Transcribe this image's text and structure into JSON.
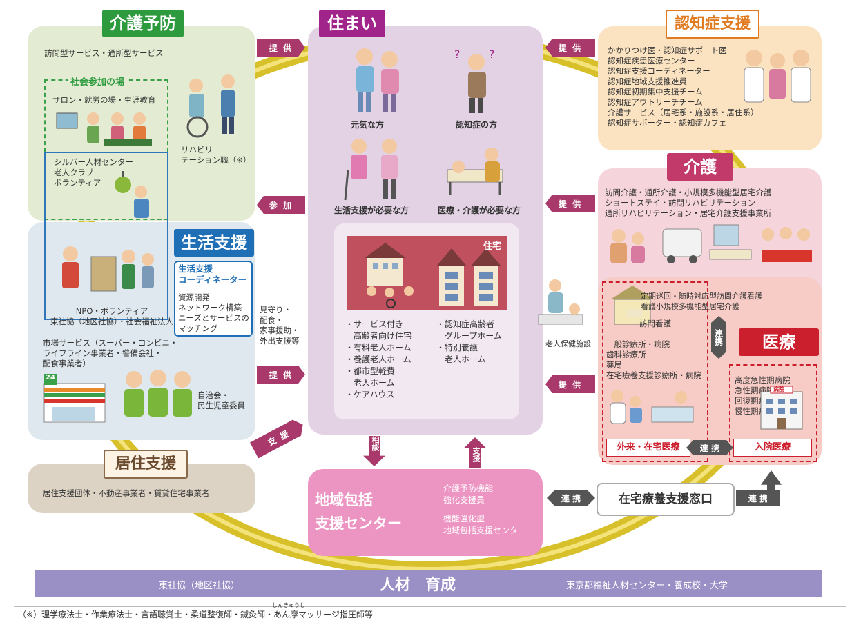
{
  "kaigo_yobo": {
    "title": "介護予防",
    "services": "訪問型サービス・通所型サービス",
    "shakai_title": "社会参加の場",
    "shakai_items": "サロン・就労の場・生涯教育",
    "silver": [
      "シルバー人材センター",
      "老人クラブ",
      "ボランティア"
    ],
    "rehab": [
      "リハビリ",
      "テーション職（※）"
    ]
  },
  "seikatsu": {
    "title": "生活支援",
    "coord_title": [
      "生活支援",
      "コーディネーター"
    ],
    "coord_items": [
      "資源開発",
      "ネットワーク構築",
      "ニーズとサービスの",
      "マッチング"
    ],
    "npo": [
      "NPO・ボランティア",
      "東社協（地区社協）・社会福祉法人"
    ],
    "market": [
      "市場サービス（スーパー・コンビニ・",
      "ライフライン事業者・警備会社・",
      "配食事業者）"
    ],
    "jichikai": [
      "自治会・",
      "民生児童委員"
    ],
    "store_number": "24",
    "mimamori": [
      "見守り・",
      "配食・",
      "家事援助・",
      "外出支援等"
    ]
  },
  "kyoju": {
    "title": "居住支援",
    "items": "居住支援団体・不動産事業者・賃貸住宅事業者"
  },
  "sumai": {
    "title": "住まい",
    "people": [
      "元気な方",
      "認知症の方",
      "生活支援が必要な方",
      "医療・介護が必要な方"
    ],
    "jutaku_label": "住宅",
    "col1": [
      "・サービス付き",
      "　高齢者向け住宅",
      "・有料老人ホーム",
      "・養護老人ホーム",
      "・都市型軽費",
      "　老人ホーム",
      "・ケアハウス"
    ],
    "col2": [
      "・認知症高齢者",
      "　グループホーム",
      "・特別養護",
      "　老人ホーム"
    ]
  },
  "ninchisho": {
    "title": "認知症支援",
    "items": [
      "かかりつけ医・認知症サポート医",
      "認知症疾患医療センター",
      "認知症支援コーディネーター",
      "認知症地域支援推進員",
      "認知症初期集中支援チーム",
      "認知症アウトリーチチーム",
      "介護サービス（居宅系・施設系・居住系）",
      "認知症サポーター・認知症カフェ"
    ]
  },
  "kaigo": {
    "title": "介護",
    "items": [
      "訪問介護・通所介護・小規模多機能型居宅介護",
      "ショートステイ・訪問リハビリテーション",
      "通所リハビリテーション・居宅介護支援事業所"
    ],
    "teiki": [
      "定期巡回・随時対応型訪問介護看護",
      "看護小規模多機能型居宅介護"
    ],
    "roujin": "老人保健施設"
  },
  "iryo": {
    "title": "医療",
    "houmon": "訪問看護",
    "gairai_items": [
      "一般診療所・病院",
      "歯科診療所",
      "薬局",
      "在宅療養支援診療所・病院"
    ],
    "hospital_items": [
      "高度急性期病院",
      "急性期病院",
      "回復期病院",
      "慢性期病院"
    ],
    "gairai_label": "外来・在宅医療",
    "nyuin_label": "入院医療",
    "hospital_sign": "病院"
  },
  "houkatsu": {
    "title": [
      "地域包括",
      "支援センター"
    ],
    "items": [
      "介護予防機能",
      "強化支援員",
      "",
      "機能強化型",
      "地域包括支援センター"
    ]
  },
  "zaitaku": {
    "title": "在宅療養支援窓口"
  },
  "arrows": {
    "teikyo": "提 供",
    "sanka": "参 加",
    "shien": "支 援",
    "sodan": "相談",
    "shien_v": "支援",
    "renkei": "連 携",
    "renkei_v": "連携"
  },
  "jinzai": {
    "left": "東社協（地区社協）",
    "center": "人材　育成",
    "right": "東京都福祉人材センター・養成校・大学"
  },
  "footnote": {
    "ruby": "しんきゅうし",
    "text": "（※）理学療法士・作業療法士・言語聴覚士・柔道整復師・鍼灸師・あん摩マッサージ指圧師等"
  },
  "colors": {
    "green_title": "#2d9a3e",
    "purple_title": "#a1248a",
    "orange_title": "#e07b21",
    "pink_title": "#c23a6a",
    "red_title": "#cc1f2d",
    "blue_title": "#1f6fb6",
    "brown_title": "#6a4a2e",
    "arrow": "#a8396a",
    "ring": "#c9b21f"
  }
}
